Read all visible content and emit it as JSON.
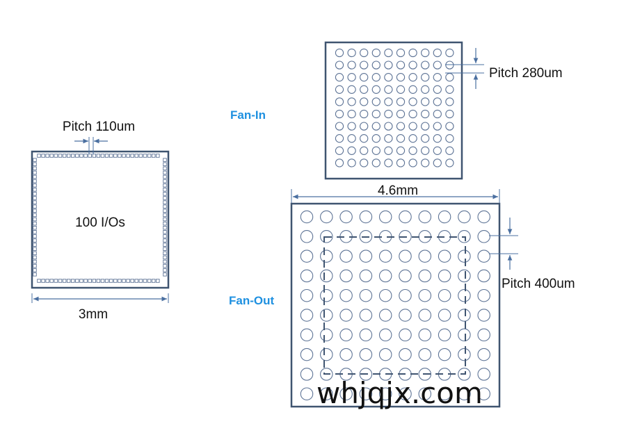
{
  "colors": {
    "outline": "#3f5470",
    "pad": "#5e7496",
    "dim_line": "#4a6fa0",
    "label_blue": "#1e90e0",
    "text": "#111111",
    "dash": "#3f5470"
  },
  "left_die": {
    "pitch_label": "Pitch 110um",
    "io_label": "100 I/Os",
    "width_label": "3mm"
  },
  "fan_in": {
    "label": "Fan-In",
    "pitch_label": "Pitch 280um",
    "grid": {
      "rows": 10,
      "cols": 10
    }
  },
  "fan_out": {
    "label": "Fan-Out",
    "width_label": "4.6mm",
    "pitch_label": "Pitch 400um",
    "grid": {
      "rows": 10,
      "cols": 10
    }
  },
  "watermark": {
    "text": "whjqjx.com"
  }
}
